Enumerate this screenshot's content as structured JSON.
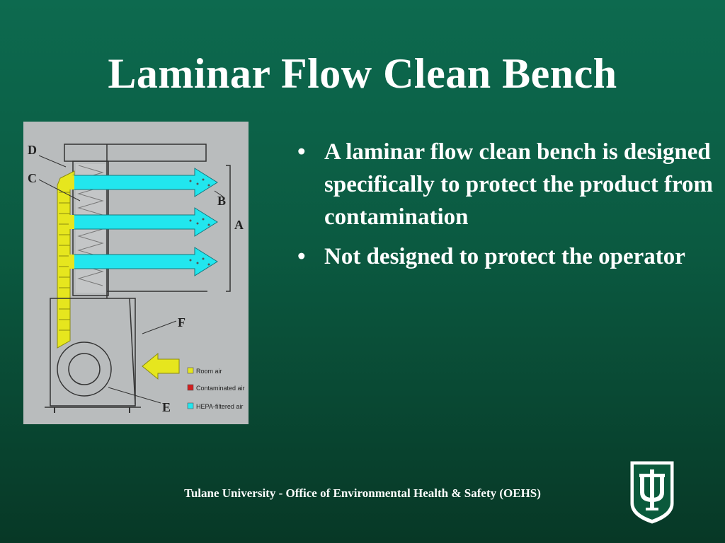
{
  "slide": {
    "title": "Laminar Flow Clean Bench",
    "bullets": [
      "A laminar flow clean bench is designed specifically to protect the product from contamination",
      "Not designed to protect the operator"
    ],
    "footer": "Tulane University - Office of Environmental Health & Safety (OEHS)"
  },
  "diagram": {
    "labels": {
      "a": "A",
      "b": "B",
      "c": "C",
      "d": "D",
      "e": "E",
      "f": "F"
    },
    "legend": [
      {
        "label": "Room air",
        "color": "#e6e61e"
      },
      {
        "label": "Contaminated air",
        "color": "#d11e1e"
      },
      {
        "label": "HEPA-filtered air",
        "color": "#22e6ee"
      }
    ]
  },
  "logo": {
    "text": "TU",
    "accent": "#0b5a3c"
  }
}
